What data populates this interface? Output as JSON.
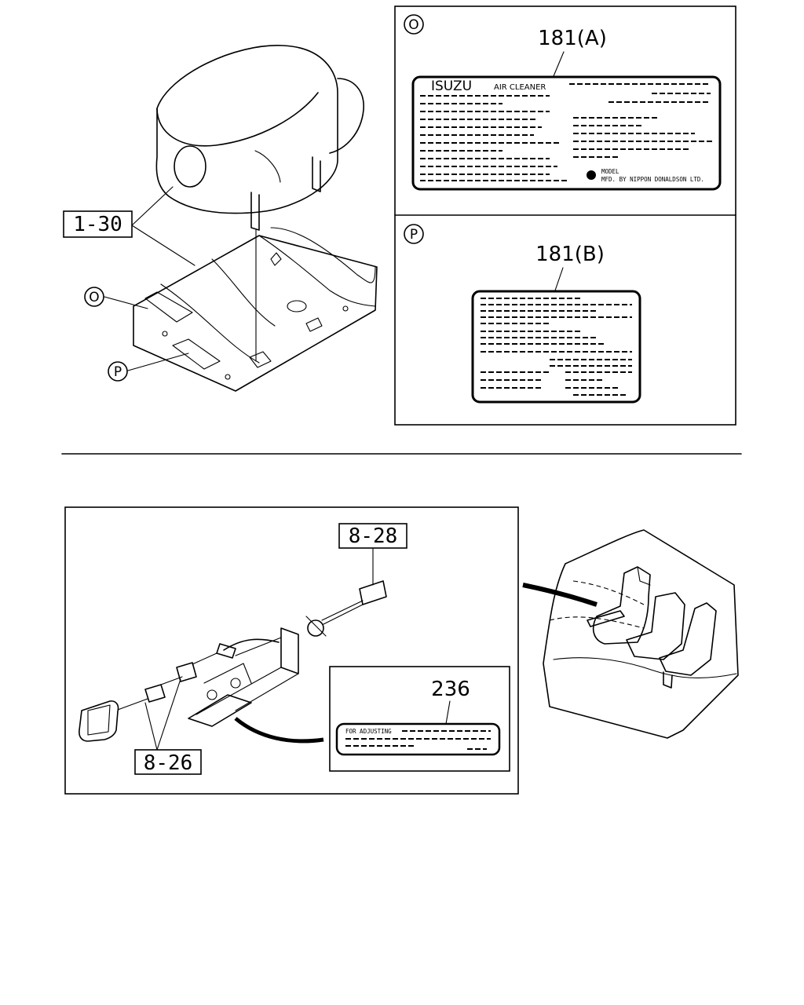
{
  "callouts": {
    "part_1_30": "1-30",
    "part_8_28": "8-28",
    "part_8_26": "8-26"
  },
  "markers": {
    "o": "O",
    "p": "P"
  },
  "label_a": {
    "ref": "181(A)",
    "brand": "ISUZU",
    "product": "AIR CLEANER",
    "model": "MODEL",
    "maker": "MFD. BY NIPPON DONALDSON LTD."
  },
  "label_b": {
    "ref": "181(B)"
  },
  "label_236": {
    "ref": "236",
    "text": "FOR ADJUSTING"
  }
}
